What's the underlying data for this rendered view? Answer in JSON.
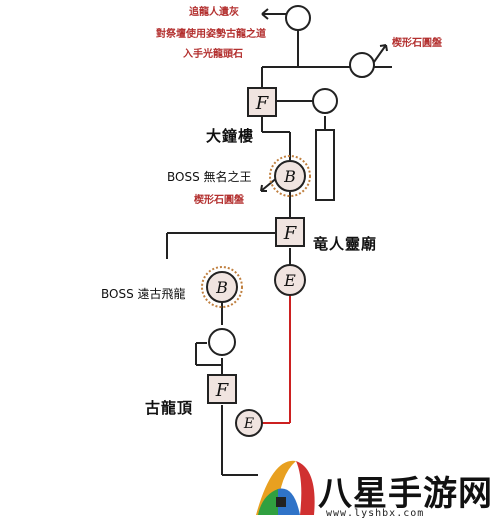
{
  "notes": {
    "top_line1": "追龍人遺灰",
    "top_line2": "對祭壇使用姿勢古龍之道",
    "top_line3": "入手光龍頭石",
    "stone_top_right": "楔形石圓盤",
    "stone_mid": "楔形石圓盤"
  },
  "areas": {
    "big_bell_tower": "大鐘樓",
    "dragon_shrine": "竜人靈廟",
    "ancient_dragon_peak": "古龍頂"
  },
  "bosses": {
    "nameless_king": "BOSS 無名之王",
    "ancient_wyvern": "BOSS 遠古飛龍"
  },
  "markers": {
    "bonfire": "F",
    "boss": "B",
    "exit": "E"
  },
  "watermark": {
    "name": "八星手游网",
    "url": "www.lyshbx.com"
  },
  "colors": {
    "line": "#222222",
    "red_path": "#cc2020",
    "note_red": "#b3302f",
    "boss_ring": "#c08040",
    "marker_fill": "#f0e4e0"
  }
}
